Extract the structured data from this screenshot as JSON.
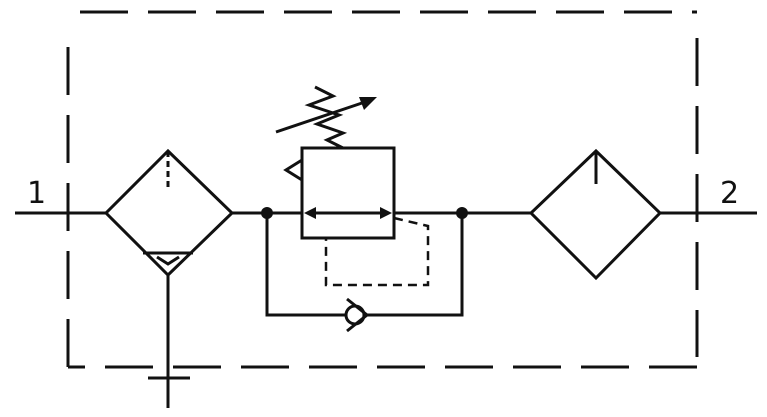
{
  "diagram": {
    "port_in": "1",
    "port_out": "2",
    "line_color": "#111111",
    "background": "#ffffff",
    "components": [
      {
        "name": "filter-with-drain"
      },
      {
        "name": "pressure-regulator"
      },
      {
        "name": "bypass-check-valve"
      },
      {
        "name": "lubricator"
      }
    ]
  }
}
